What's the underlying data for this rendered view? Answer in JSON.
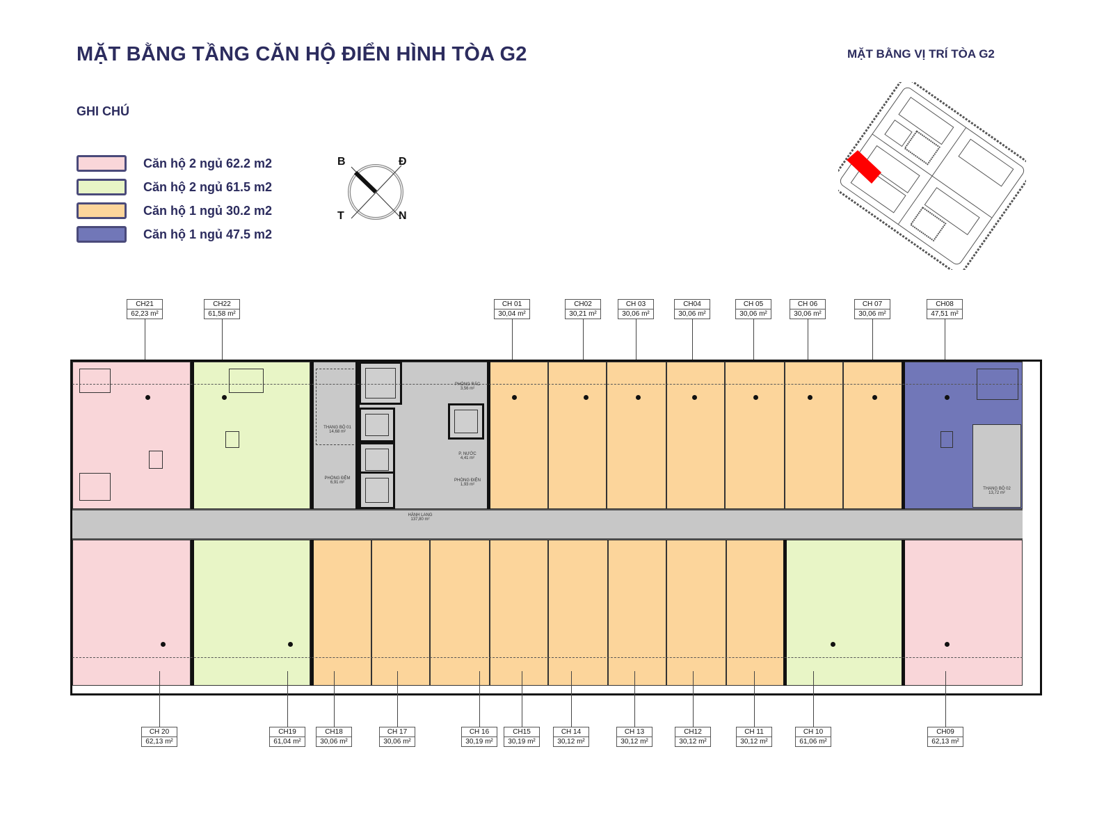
{
  "header": {
    "title": "MẶT BẰNG TẦNG CĂN HỘ ĐIỂN HÌNH TÒA G2",
    "legend_heading": "GHI CHÚ",
    "location_title": "MẶT BẰNG VỊ TRÍ TÒA G2"
  },
  "legend": {
    "items": [
      {
        "label": "Căn hộ 2 ngủ 62.2 m2",
        "color": "#f9d6d9"
      },
      {
        "label": "Căn hộ 2 ngủ 61.5 m2",
        "color": "#e8f5c6"
      },
      {
        "label": "Căn hộ 1 ngủ 30.2 m2",
        "color": "#fcd59b"
      },
      {
        "label": "Căn hộ 1 ngủ 47.5 m2",
        "color": "#7177b8"
      }
    ]
  },
  "compass": {
    "north_west": "B",
    "north_east": "Đ",
    "south_west": "T",
    "south_east": "N"
  },
  "site_map": {
    "highlight_color": "#ff0000"
  },
  "units_top": [
    {
      "id": "CH21",
      "area": "62,23 m²",
      "type": "2br-62"
    },
    {
      "id": "CH22",
      "area": "61,58 m²",
      "type": "2br-61"
    },
    {
      "id": "CH 01",
      "area": "30,04 m²",
      "type": "1br-30"
    },
    {
      "id": "CH02",
      "area": "30,21 m²",
      "type": "1br-30"
    },
    {
      "id": "CH 03",
      "area": "30,06 m²",
      "type": "1br-30"
    },
    {
      "id": "CH04",
      "area": "30,06 m²",
      "type": "1br-30"
    },
    {
      "id": "CH 05",
      "area": "30,06 m²",
      "type": "1br-30"
    },
    {
      "id": "CH 06",
      "area": "30,06 m²",
      "type": "1br-30"
    },
    {
      "id": "CH 07",
      "area": "30,06 m²",
      "type": "1br-30"
    },
    {
      "id": "CH08",
      "area": "47,51 m²",
      "type": "1br-47"
    }
  ],
  "units_bottom": [
    {
      "id": "CH 20",
      "area": "62,13 m²",
      "type": "2br-62"
    },
    {
      "id": "CH19",
      "area": "61,04 m²",
      "type": "2br-61"
    },
    {
      "id": "CH18",
      "area": "30,06 m²",
      "type": "1br-30"
    },
    {
      "id": "CH 17",
      "area": "30,06 m²",
      "type": "1br-30"
    },
    {
      "id": "CH 16",
      "area": "30,19 m²",
      "type": "1br-30"
    },
    {
      "id": "CH15",
      "area": "30,19 m²",
      "type": "1br-30"
    },
    {
      "id": "CH 14",
      "area": "30,12 m²",
      "type": "1br-30"
    },
    {
      "id": "CH 13",
      "area": "30,12 m²",
      "type": "1br-30"
    },
    {
      "id": "CH12",
      "area": "30,12 m²",
      "type": "1br-30"
    },
    {
      "id": "CH 11",
      "area": "30,12 m²",
      "type": "1br-30"
    },
    {
      "id": "CH 10",
      "area": "61,06 m²",
      "type": "2br-61"
    },
    {
      "id": "CH09",
      "area": "62,13 m²",
      "type": "2br-62"
    }
  ],
  "core_rooms": {
    "stair_1": "THANG BỘ 01",
    "stair_1_area": "14,68 m²",
    "phong_dem": "PHÒNG ĐỆM",
    "phong_dem_area": "6,91 m²",
    "phong_rac": "PHÒNG RÁC",
    "phong_rac_area": "3,56 m²",
    "p_nuoc": "P. NƯỚC",
    "p_nuoc_area": "4,41 m²",
    "phong_dien": "PHÒNG ĐIỆN",
    "phong_dien_area": "1,93 m²",
    "corridor": "HÀNH LANG",
    "corridor_area": "137,80 m²",
    "stair_2": "THANG BỘ 02",
    "stair_2_area": "13,72 m²"
  }
}
